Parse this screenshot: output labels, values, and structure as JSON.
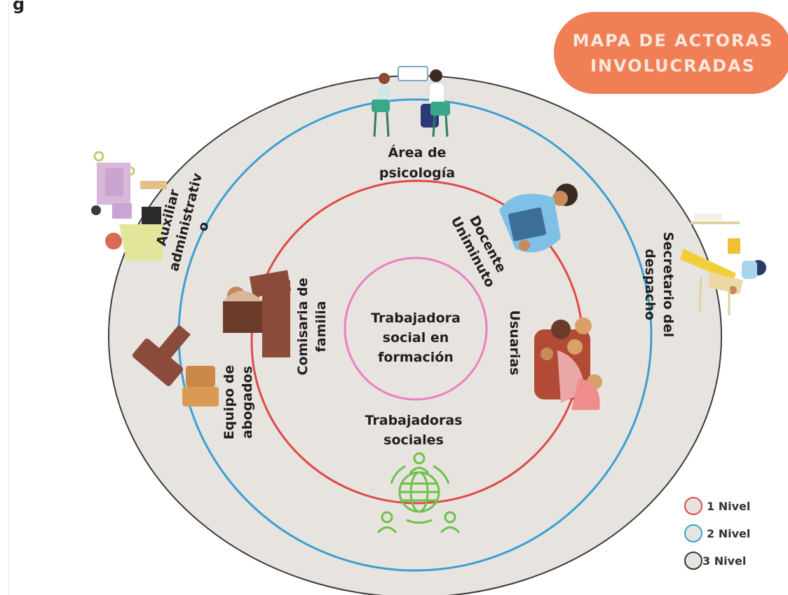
{
  "header_fragment": "g",
  "badge": {
    "line1": "MAPA DE ACTORAS",
    "line2": "INVOLUCRADAS"
  },
  "center": {
    "line1": "Trabajadora",
    "line2": "social en",
    "line3": "formación"
  },
  "labels": {
    "psicologia": {
      "line1": "Área de",
      "line2": "psicología"
    },
    "docente": {
      "line1": "Docente",
      "line2": "Uniminuto"
    },
    "usuarias": "Usuarias",
    "trabajadoras": {
      "line1": "Trabajadoras",
      "line2": "sociales"
    },
    "comisaria": {
      "line1": "Comisaria de",
      "line2": "familia"
    },
    "auxiliar": {
      "line1": "Auxiliar",
      "line2": "administrativ",
      "line3": "o"
    },
    "abogados": {
      "line1": "Equipo de",
      "line2": "abogados"
    },
    "secretario": {
      "line1": "Secretario del",
      "line2": "despacho"
    }
  },
  "legend": [
    {
      "label": "1 Nivel",
      "color": "#e04848"
    },
    {
      "label": "2 Nivel",
      "color": "#3a9fd4"
    },
    {
      "label": "3 Nivel",
      "color": "#333333"
    }
  ],
  "colors": {
    "outer_fill": "#e7e4df",
    "ring_red": "#e04848",
    "ring_blue": "#3a9fd4",
    "ring_pink": "#ec7fc2",
    "badge": "#f07f55",
    "icon_green": "#6cc24a"
  },
  "icons": [
    "psychology-session-icon",
    "teacher-icon",
    "users-group-icon",
    "social-network-icon",
    "judge-icon",
    "admin-desk-icon",
    "gavel-icon",
    "office-worker-icon"
  ]
}
